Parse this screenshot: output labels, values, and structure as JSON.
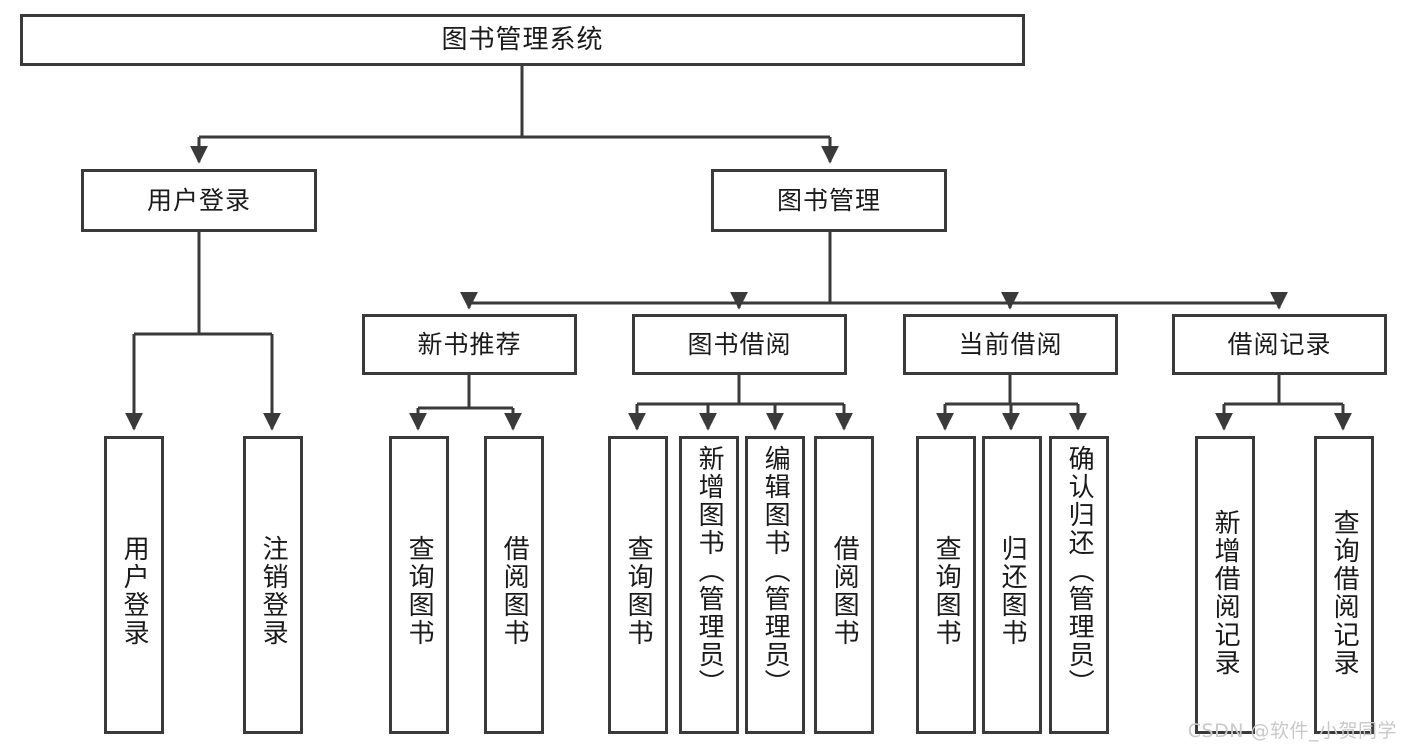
{
  "diagram": {
    "type": "tree",
    "title": "图书管理系统",
    "watermark": "CSDN @软件_小贺同学",
    "nodes": {
      "root": {
        "label": "图书管理系统"
      },
      "level2": [
        {
          "id": "user-login",
          "label": "用户登录"
        },
        {
          "id": "book-manage",
          "label": "图书管理"
        }
      ],
      "level3": [
        {
          "id": "new-book-recommend",
          "label": "新书推荐"
        },
        {
          "id": "book-borrow",
          "label": "图书借阅"
        },
        {
          "id": "current-borrow",
          "label": "当前借阅"
        },
        {
          "id": "borrow-record",
          "label": "借阅记录"
        }
      ],
      "leaves": {
        "user_login": [
          {
            "id": "leaf-user-login",
            "label": "用户登录"
          },
          {
            "id": "leaf-logout",
            "label": "注销登录"
          }
        ],
        "new_book_recommend": [
          {
            "id": "leaf-query-book-1",
            "label": "查询图书"
          },
          {
            "id": "leaf-borrow-book-1",
            "label": "借阅图书"
          }
        ],
        "book_borrow": [
          {
            "id": "leaf-query-book-2",
            "label": "查询图书"
          },
          {
            "id": "leaf-add-book",
            "label": "新增图书（管理员）"
          },
          {
            "id": "leaf-edit-book",
            "label": "编辑图书（管理员）"
          },
          {
            "id": "leaf-borrow-book-2",
            "label": "借阅图书"
          }
        ],
        "current_borrow": [
          {
            "id": "leaf-query-book-3",
            "label": "查询图书"
          },
          {
            "id": "leaf-return-book",
            "label": "归还图书"
          },
          {
            "id": "leaf-confirm-return",
            "label": "确认归还（管理员）"
          }
        ],
        "borrow_record": [
          {
            "id": "leaf-add-record",
            "label": "新增借阅记录"
          },
          {
            "id": "leaf-query-record",
            "label": "查询借阅记录"
          }
        ]
      }
    },
    "colors": {
      "box_border": "#3a3a3a",
      "box_fill": "#ffffff",
      "connector": "#3a3a3a",
      "text": "#1a1a1a",
      "watermark": "#c9c9c9",
      "background": "#ffffff"
    }
  }
}
